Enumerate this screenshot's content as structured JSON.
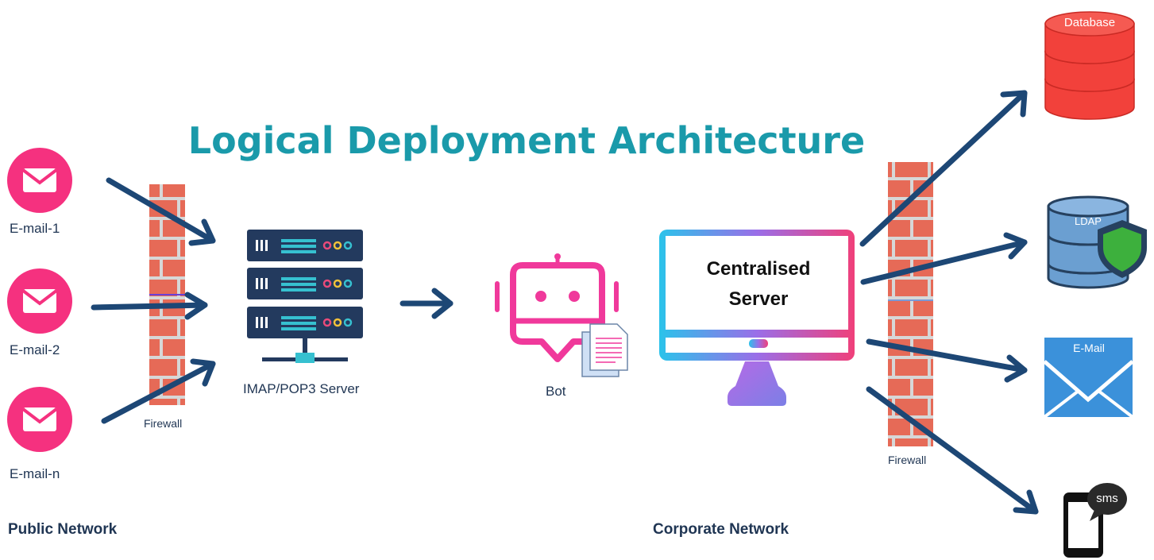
{
  "title": "Logical Deployment Architecture",
  "colors": {
    "title": "#1a9aaa",
    "arrow": "#1d4775",
    "email_icon": "#f5317f",
    "brick": "#e66a57",
    "server": "#233a5e",
    "bot": "#f0399b",
    "database": "#f2413b",
    "ldap": "#6b9fd1",
    "shield": "#3db03d",
    "mail_envelope": "#3b91da"
  },
  "clients": [
    {
      "label": "E-mail-1",
      "icon": "envelope-icon"
    },
    {
      "label": "E-mail-2",
      "icon": "envelope-icon"
    },
    {
      "label": "E-mail-n",
      "icon": "envelope-icon"
    }
  ],
  "firewall_public": {
    "label": "Firewall"
  },
  "firewall_corporate": {
    "label": "Firewall"
  },
  "mail_server": {
    "label": "IMAP/POP3 Server"
  },
  "bot": {
    "label": "Bot"
  },
  "central_server": {
    "line1": "Centralised",
    "line2": "Server"
  },
  "outputs": {
    "database": "Database",
    "ldap": "LDAP",
    "email": "E-Mail",
    "sms": "sms"
  },
  "networks": {
    "public": "Public Network",
    "corporate": "Corporate Network"
  }
}
